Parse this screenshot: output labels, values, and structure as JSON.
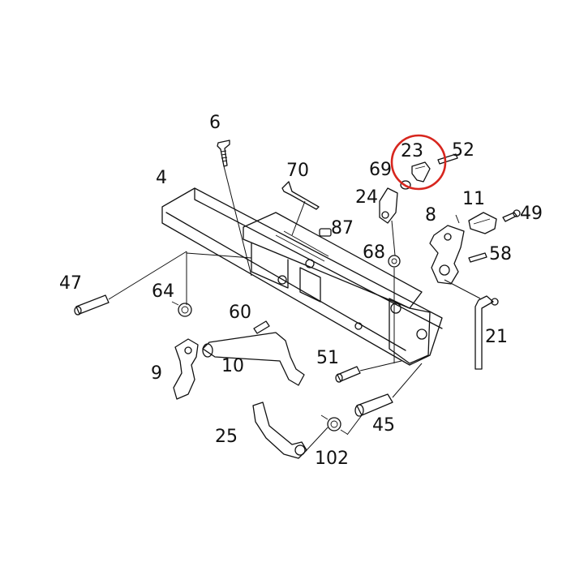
{
  "diagram": {
    "highlight_color": "#d7261e",
    "highlighted_part": "23",
    "part_labels": {
      "p4": "4",
      "p6": "6",
      "p70": "70",
      "p69": "69",
      "p23": "23",
      "p52": "52",
      "p24": "24",
      "p87": "87",
      "p11": "11",
      "p8": "8",
      "p49": "49",
      "p68": "68",
      "p58": "58",
      "p47": "47",
      "p64": "64",
      "p60": "60",
      "p21": "21",
      "p9": "9",
      "p10": "10",
      "p51": "51",
      "p25": "25",
      "p45": "45",
      "p102": "102"
    }
  }
}
